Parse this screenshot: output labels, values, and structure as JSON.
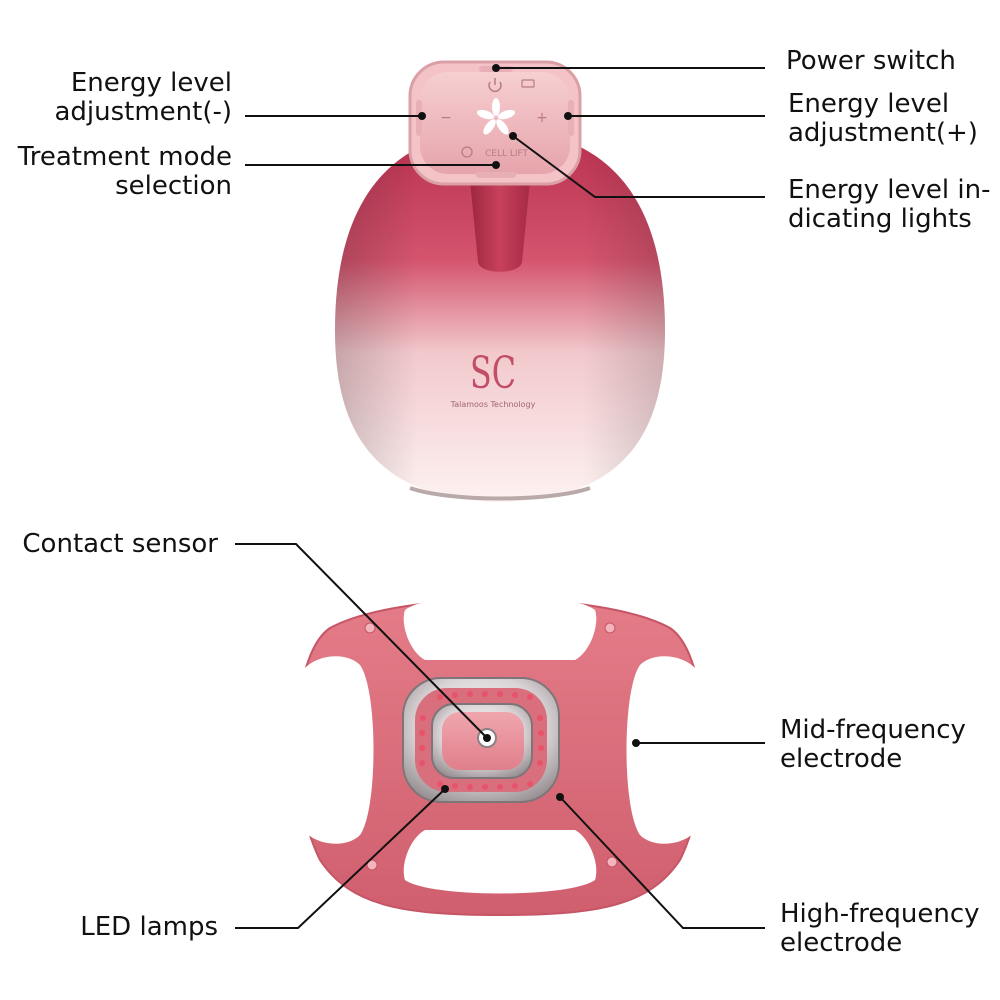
{
  "device": {
    "logo_text": "SC",
    "brand_text": "Talamoos Technology",
    "button_text": "CELL LIFT",
    "plus_symbol": "+",
    "minus_symbol": "−",
    "body_color_top": "#c93d59",
    "body_color_bottom": "#fbeeee",
    "back_color": "#e06c79"
  },
  "labels": {
    "power_switch": "Power switch",
    "energy_minus_line1": "Energy level",
    "energy_minus_line2": "adjustment(-)",
    "energy_plus_line1": "Energy level",
    "energy_plus_line2": "adjustment(+)",
    "mode_line1": "Treatment mode",
    "mode_line2": "selection",
    "lights_line1": "Energy level in-",
    "lights_line2": "dicating lights",
    "contact_sensor": "Contact sensor",
    "mid_line1": "Mid-frequency",
    "mid_line2": "electrode",
    "led_lamps": "LED lamps",
    "high_line1": "High-frequency",
    "high_line2": "electrode"
  }
}
